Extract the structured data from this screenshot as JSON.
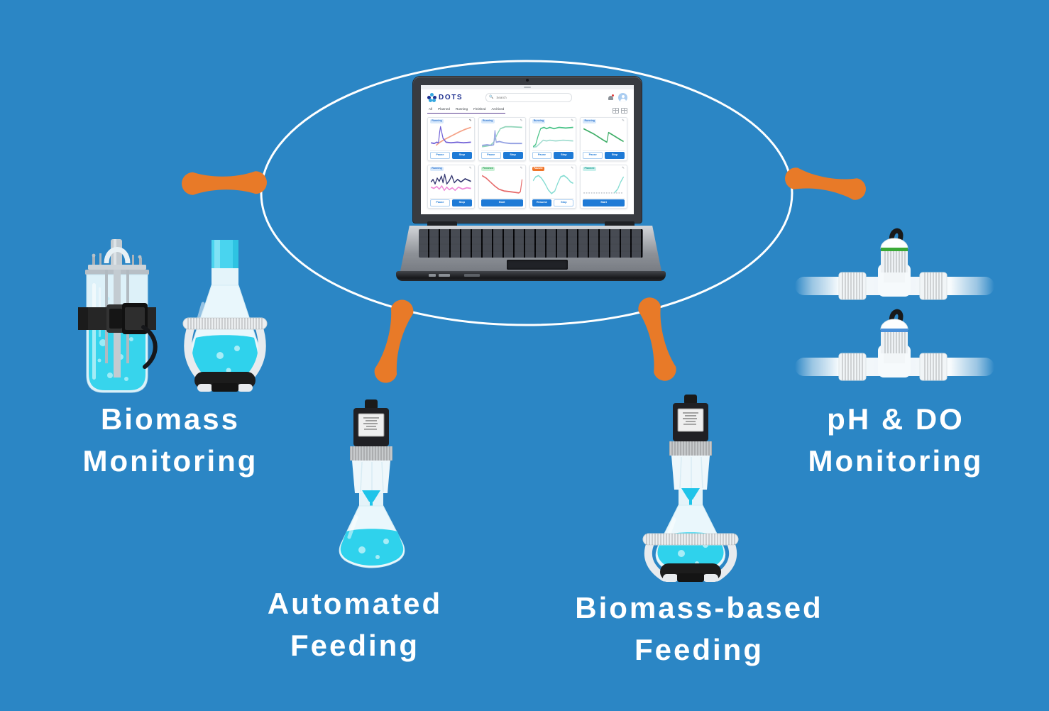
{
  "colors": {
    "background": "#2b86c5",
    "connector_orange": "#e87a28",
    "ellipse_white": "#ffffff",
    "liquid_cyan": "#2fd2ec",
    "do_ring_green": "#3aa937",
    "ph_ring_blue": "#4a90d9",
    "app_blue": "#1e7ad6",
    "logo_navy": "#1d2f8f"
  },
  "labels": {
    "biomass_monitoring": {
      "line1": "Biomass",
      "line2": "Monitoring"
    },
    "automated_feeding": {
      "line1": "Automated",
      "line2": "Feeding"
    },
    "biomass_based_feeding": {
      "line1": "Biomass-based",
      "line2": "Feeding"
    },
    "ph_do_monitoring": {
      "line1": "pH & DO",
      "line2": "Monitoring"
    }
  },
  "laptop_screen": {
    "brand": "DOTS",
    "search_placeholder": "Search",
    "tabs": [
      "All",
      "Planned",
      "Running",
      "Finished",
      "Archived"
    ],
    "cards": [
      {
        "status": "Running",
        "badge_bg": "#d8e9fb",
        "badge_fg": "#2e74cf",
        "icon": "✎",
        "icon_color": "#2b2e33",
        "buttons": [
          {
            "label": "Pause",
            "bg": "#ffffff",
            "fg": "#1e7ad6",
            "bd": "#a9cdf0"
          },
          {
            "label": "Stop",
            "bg": "#1e7ad6",
            "fg": "#ffffff",
            "bd": "#1e7ad6"
          }
        ],
        "series": [
          {
            "color": "#f5a287",
            "points": [
              [
                14,
                33
              ],
              [
                24,
                28
              ],
              [
                34,
                24
              ],
              [
                46,
                20
              ],
              [
                58,
                16
              ],
              [
                70,
                12
              ],
              [
                84,
                8
              ],
              [
                98,
                5
              ]
            ]
          },
          {
            "color": "#6f5fd6",
            "points": [
              [
                2,
                29
              ],
              [
                10,
                30
              ],
              [
                16,
                28
              ],
              [
                20,
                29
              ],
              [
                23,
                12
              ],
              [
                25,
                4
              ],
              [
                27,
                10
              ],
              [
                31,
                22
              ],
              [
                38,
                28
              ],
              [
                50,
                29
              ],
              [
                65,
                28
              ],
              [
                80,
                29
              ],
              [
                98,
                28
              ]
            ]
          }
        ]
      },
      {
        "status": "Running",
        "badge_bg": "#d8e9fb",
        "badge_fg": "#2e74cf",
        "icon": "✎",
        "icon_color": "#9098a0",
        "buttons": [
          {
            "label": "Pause",
            "bg": "#ffffff",
            "fg": "#1e7ad6",
            "bd": "#a9cdf0"
          },
          {
            "label": "Stop",
            "bg": "#1e7ad6",
            "fg": "#ffffff",
            "bd": "#1e7ad6"
          }
        ],
        "series": [
          {
            "color": "#8fd4b8",
            "points": [
              [
                2,
                35
              ],
              [
                12,
                34
              ],
              [
                22,
                33
              ],
              [
                30,
                28
              ],
              [
                38,
                16
              ],
              [
                46,
                7
              ],
              [
                58,
                4
              ],
              [
                72,
                4
              ],
              [
                98,
                5
              ]
            ]
          },
          {
            "color": "#93a0e2",
            "points": [
              [
                2,
                33
              ],
              [
                14,
                32
              ],
              [
                24,
                33
              ],
              [
                30,
                32
              ],
              [
                33,
                10
              ],
              [
                36,
                28
              ],
              [
                44,
                27
              ],
              [
                56,
                29
              ],
              [
                70,
                30
              ],
              [
                98,
                30
              ]
            ]
          }
        ]
      },
      {
        "status": "Running",
        "badge_bg": "#d8e9fb",
        "badge_fg": "#2e74cf",
        "icon": "✎",
        "icon_color": "#9098a0",
        "buttons": [
          {
            "label": "Pause",
            "bg": "#ffffff",
            "fg": "#1e7ad6",
            "bd": "#a9cdf0"
          },
          {
            "label": "Stop",
            "bg": "#1e7ad6",
            "fg": "#ffffff",
            "bd": "#1e7ad6"
          }
        ],
        "series": [
          {
            "color": "#a5ded2",
            "points": [
              [
                2,
                36
              ],
              [
                10,
                35
              ],
              [
                18,
                30
              ],
              [
                26,
                25
              ],
              [
                34,
                26
              ],
              [
                42,
                25
              ],
              [
                56,
                26
              ],
              [
                74,
                25
              ],
              [
                98,
                26
              ]
            ]
          },
          {
            "color": "#49c387",
            "points": [
              [
                2,
                35
              ],
              [
                8,
                32
              ],
              [
                14,
                18
              ],
              [
                20,
                7
              ],
              [
                28,
                5
              ],
              [
                34,
                7
              ],
              [
                42,
                5
              ],
              [
                52,
                7
              ],
              [
                64,
                5
              ],
              [
                80,
                6
              ],
              [
                98,
                5
              ]
            ]
          }
        ]
      },
      {
        "status": "Running",
        "badge_bg": "#d8e9fb",
        "badge_fg": "#2e74cf",
        "icon": "✎",
        "icon_color": "#9098a0",
        "buttons": [
          {
            "label": "Pause",
            "bg": "#ffffff",
            "fg": "#1e7ad6",
            "bd": "#a9cdf0"
          },
          {
            "label": "Stop",
            "bg": "#1e7ad6",
            "fg": "#ffffff",
            "bd": "#1e7ad6"
          }
        ],
        "series": [
          {
            "color": "#3fae68",
            "points": [
              [
                2,
                7
              ],
              [
                14,
                11
              ],
              [
                26,
                15
              ],
              [
                38,
                20
              ],
              [
                50,
                25
              ],
              [
                58,
                28
              ],
              [
                62,
                13
              ],
              [
                70,
                16
              ],
              [
                80,
                20
              ],
              [
                90,
                24
              ],
              [
                98,
                27
              ]
            ]
          }
        ]
      },
      {
        "status": "Running",
        "badge_bg": "#d8e9fb",
        "badge_fg": "#2e74cf",
        "icon": "✎",
        "icon_color": "#9098a0",
        "buttons": [
          {
            "label": "Pause",
            "bg": "#ffffff",
            "fg": "#1e7ad6",
            "bd": "#a9cdf0"
          },
          {
            "label": "Stop",
            "bg": "#1e7ad6",
            "fg": "#ffffff",
            "bd": "#1e7ad6"
          }
        ],
        "series": [
          {
            "color": "#ef86d8",
            "points": [
              [
                2,
                24
              ],
              [
                9,
                26
              ],
              [
                16,
                23
              ],
              [
                22,
                27
              ],
              [
                28,
                22
              ],
              [
                34,
                29
              ],
              [
                40,
                24
              ],
              [
                46,
                28
              ],
              [
                53,
                25
              ],
              [
                60,
                29
              ],
              [
                68,
                24
              ],
              [
                78,
                27
              ],
              [
                88,
                25
              ],
              [
                98,
                26
              ]
            ]
          },
          {
            "color": "#32356f",
            "points": [
              [
                2,
                16
              ],
              [
                7,
                12
              ],
              [
                12,
                19
              ],
              [
                17,
                10
              ],
              [
                22,
                15
              ],
              [
                27,
                7
              ],
              [
                31,
                17
              ],
              [
                35,
                4
              ],
              [
                40,
                19
              ],
              [
                46,
                14
              ],
              [
                52,
                6
              ],
              [
                58,
                17
              ],
              [
                66,
                12
              ],
              [
                74,
                16
              ],
              [
                84,
                11
              ],
              [
                98,
                15
              ]
            ]
          }
        ]
      },
      {
        "status": "Finished",
        "badge_bg": "#caf0d6",
        "badge_fg": "#2a9e55",
        "icon": "✎",
        "icon_color": "#9098a0",
        "buttons": [
          {
            "label": "Start",
            "bg": "#1e7ad6",
            "fg": "#ffffff",
            "bd": "#1e7ad6"
          }
        ],
        "series": [
          {
            "color": "#e66a6a",
            "points": [
              [
                2,
                6
              ],
              [
                12,
                10
              ],
              [
                22,
                16
              ],
              [
                32,
                22
              ],
              [
                42,
                27
              ],
              [
                55,
                30
              ],
              [
                68,
                31
              ],
              [
                80,
                32
              ],
              [
                90,
                33
              ],
              [
                94,
                31
              ],
              [
                98,
                12
              ]
            ]
          }
        ]
      },
      {
        "status": "Paused",
        "badge_bg": "#f07428",
        "badge_fg": "#ffffff",
        "icon": "✎",
        "icon_color": "#9098a0",
        "buttons": [
          {
            "label": "Resume",
            "bg": "#1e7ad6",
            "fg": "#ffffff",
            "bd": "#1e7ad6"
          },
          {
            "label": "Stop",
            "bg": "#ffffff",
            "fg": "#1e7ad6",
            "bd": "#a9cdf0"
          }
        ],
        "series": [
          {
            "color": "#84dcd2",
            "points": [
              [
                2,
                14
              ],
              [
                8,
                8
              ],
              [
                15,
                6
              ],
              [
                22,
                10
              ],
              [
                30,
                18
              ],
              [
                38,
                28
              ],
              [
                46,
                34
              ],
              [
                54,
                30
              ],
              [
                61,
                18
              ],
              [
                68,
                8
              ],
              [
                76,
                6
              ],
              [
                84,
                10
              ],
              [
                92,
                16
              ],
              [
                98,
                18
              ]
            ]
          }
        ]
      },
      {
        "status": "Planned",
        "badge_bg": "#c9f0ec",
        "badge_fg": "#1c9f94",
        "icon": "✎",
        "icon_color": "#9098a0",
        "buttons": [
          {
            "label": "Start",
            "bg": "#1e7ad6",
            "fg": "#ffffff",
            "bd": "#1e7ad6"
          }
        ],
        "series": [
          {
            "color": "#c9ced3",
            "dash": true,
            "points": [
              [
                2,
                33
              ],
              [
                98,
                33
              ]
            ]
          },
          {
            "color": "#84dcd2",
            "points": [
              [
                76,
                33
              ],
              [
                84,
                27
              ],
              [
                91,
                16
              ],
              [
                98,
                8
              ]
            ]
          }
        ]
      }
    ]
  }
}
